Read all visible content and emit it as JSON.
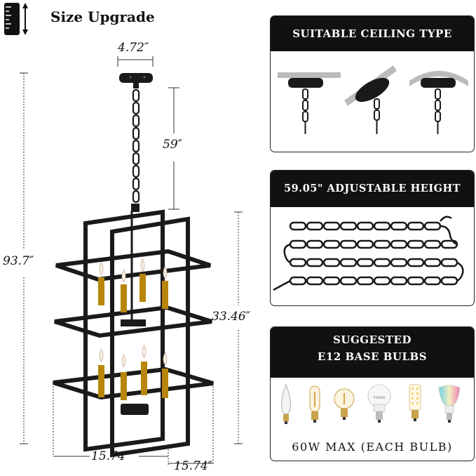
{
  "header": {
    "title": "Size Upgrade",
    "icon": "ruler-icon"
  },
  "dimensions": {
    "canopy_width": "4.72″",
    "chain_length": "59″",
    "overall_height": "93.7″",
    "body_height": "33.46″",
    "width": "15.74″",
    "depth": "15.74″"
  },
  "panels": {
    "ceiling": {
      "title": "SUITABLE CEILING TYPE"
    },
    "height": {
      "title": "59.05\" ADJUSTABLE HEIGHT"
    },
    "bulbs": {
      "title_line1": "SUGGESTED",
      "title_line2": "E12 BASE BULBS",
      "footer": "60W MAX (EACH BULB)",
      "bulb_label": "TWIXS"
    }
  },
  "colors": {
    "frame": "#1a1a1a",
    "candle": "#b8860b",
    "flame": "#f6f1df"
  }
}
